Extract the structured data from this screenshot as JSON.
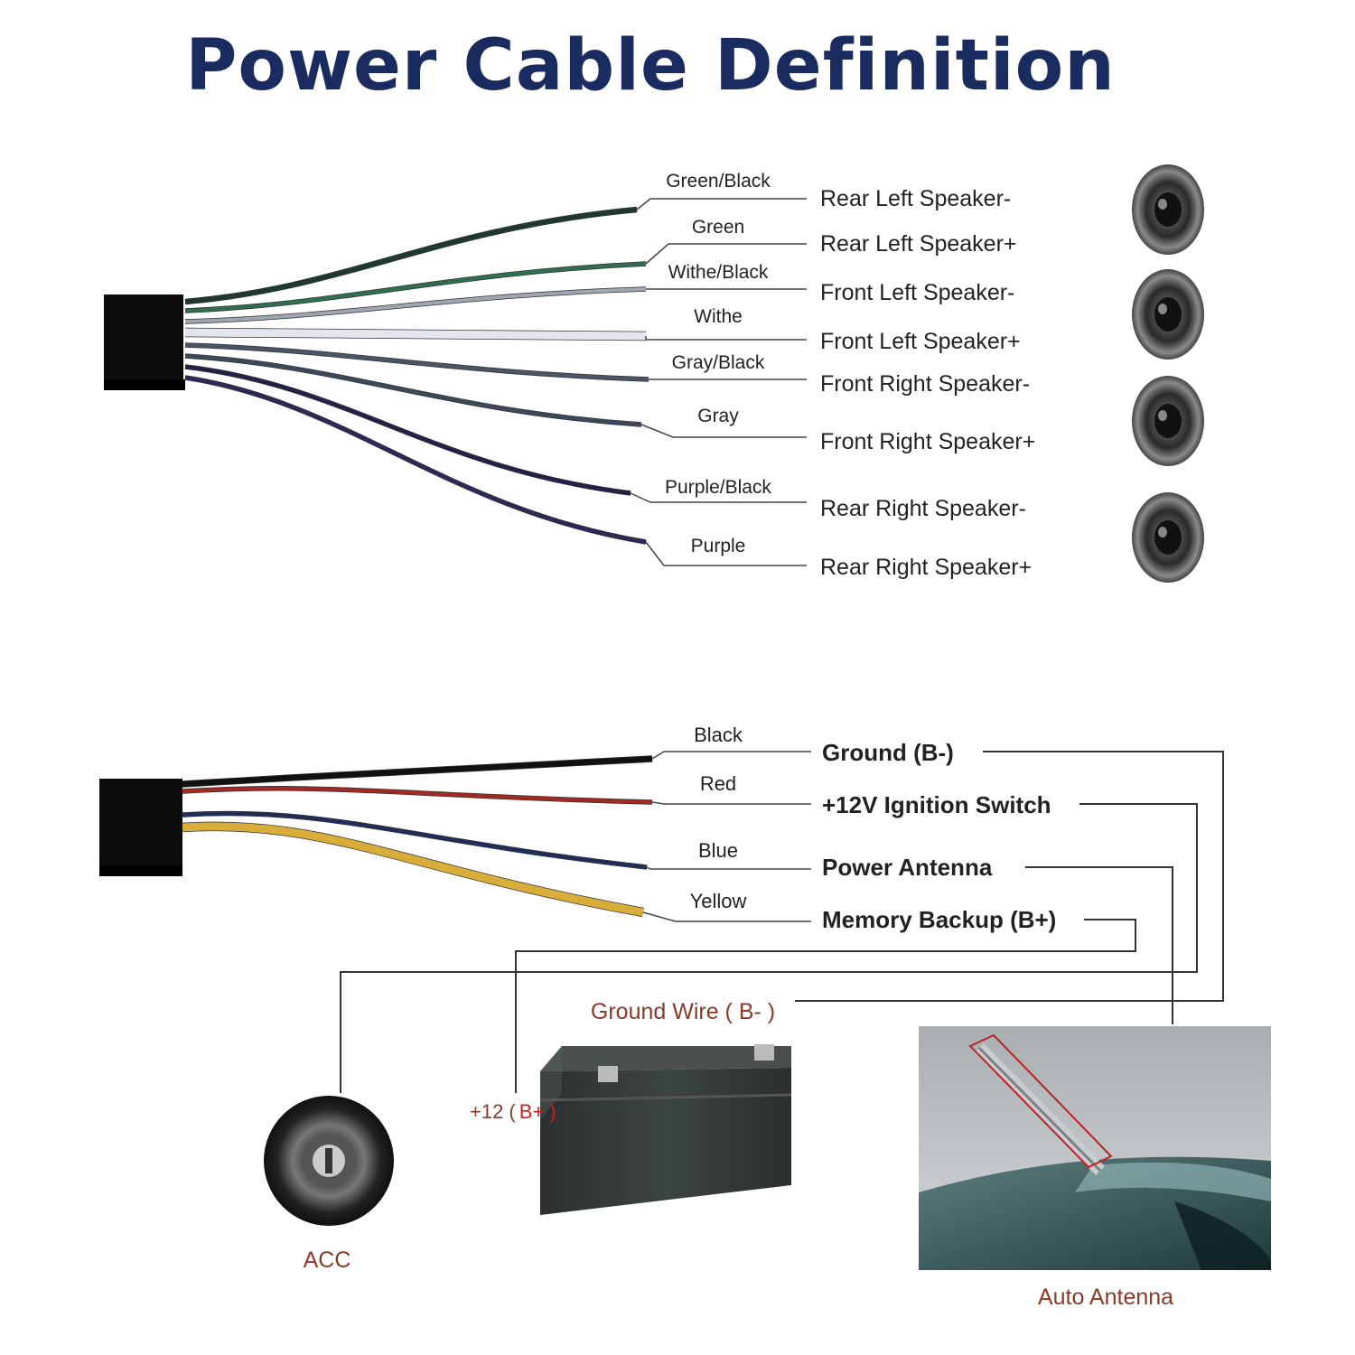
{
  "title": "Power Cable Definition",
  "colors": {
    "title": "#1a2b5f",
    "accent_text": "#8a3a2a",
    "wire_green_black": "#1e3a2e",
    "wire_green": "#2f6e50",
    "wire_white_black": "#9fa6b2",
    "wire_white": "#e4e6ee",
    "wire_gray_black": "#4a5568",
    "wire_gray": "#3a4a5c",
    "wire_purple_black": "#23204a",
    "wire_purple": "#2c2858",
    "wire_black": "#111111",
    "wire_red": "#a32a22",
    "wire_blue": "#1f2d5a",
    "wire_yellow": "#d8ad3a"
  },
  "speaker_wires": [
    {
      "color_label": "Green/Black",
      "function": "Rear Left Speaker-"
    },
    {
      "color_label": "Green",
      "function": "Rear Left Speaker+"
    },
    {
      "color_label": "Withe/Black",
      "function": "Front Left Speaker-"
    },
    {
      "color_label": "Withe",
      "function": "Front Left Speaker+"
    },
    {
      "color_label": "Gray/Black",
      "function": "Front Right Speaker-"
    },
    {
      "color_label": "Gray",
      "function": "Front Right Speaker+"
    },
    {
      "color_label": "Purple/Black",
      "function": "Rear Right Speaker-"
    },
    {
      "color_label": "Purple",
      "function": "Rear Right Speaker+"
    }
  ],
  "power_wires": [
    {
      "color_label": "Black",
      "function": "Ground (B-)"
    },
    {
      "color_label": "Red",
      "function": "+12V Ignition Switch"
    },
    {
      "color_label": "Blue",
      "function": "Power Antenna"
    },
    {
      "color_label": "Yellow",
      "function": "Memory Backup (B+)"
    }
  ],
  "components": {
    "ground_wire_label": "Ground Wire ( B- )",
    "battery_plus_label_prefix": "+12 (",
    "battery_plus_label_highlight": "B+ )",
    "acc_label": "ACC",
    "antenna_label": "Auto Antenna"
  },
  "icons": {
    "speaker": "speaker-icon",
    "battery": "battery-icon",
    "ignition": "ignition-switch-icon",
    "antenna": "car-antenna-icon",
    "connector": "connector-plug-icon"
  }
}
